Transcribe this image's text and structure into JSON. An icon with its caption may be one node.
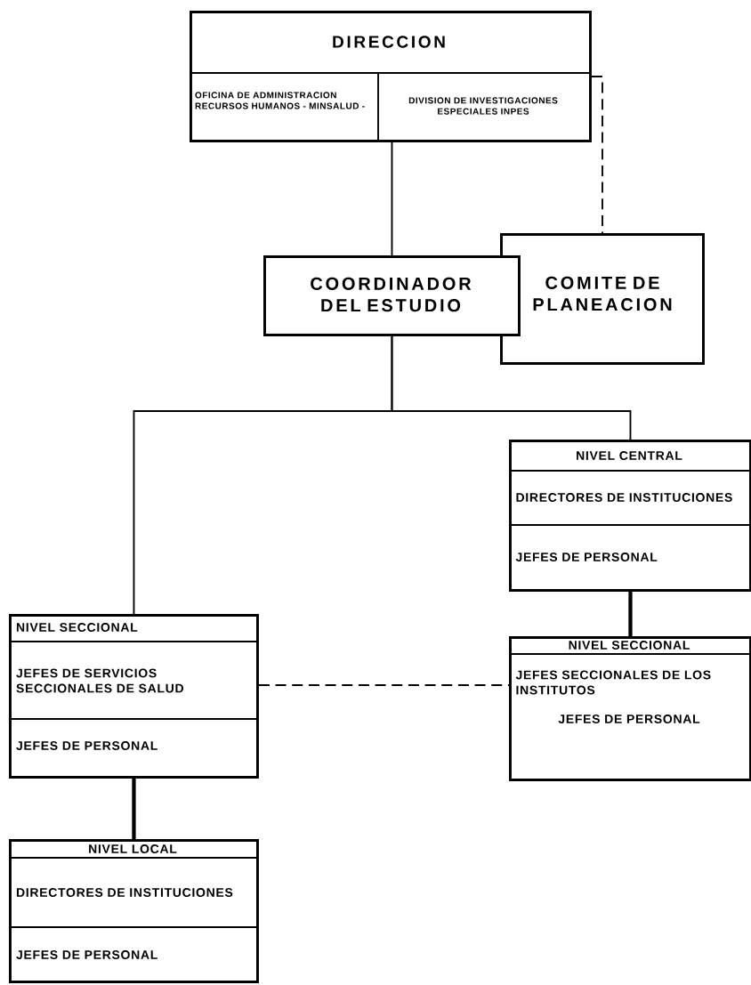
{
  "diagram": {
    "nodes": [
      {
        "text": [
          "DIRECCION",
          "OFICINA DE ADMINISTRACION RECURSOS HUMANOS - MINSALUD -",
          "DIVISION DE INVESTIGACIONES ESPECIALES INPES"
        ]
      },
      {
        "text": [
          "COORDINADOR DEL ESTUDIO"
        ]
      },
      {
        "text": [
          "COMITE DE PLANEACION"
        ]
      },
      {
        "text": [
          "NIVEL CENTRAL",
          "DIRECTORES DE INSTITUCIONES",
          "JEFES DE PERSONAL"
        ]
      },
      {
        "text": [
          "NIVEL SECCIONAL",
          "JEFES DE SERVICIOS SECCIONALES DE SALUD",
          "JEFES DE PERSONAL"
        ]
      },
      {
        "text": [
          "NIVEL SECCIONAL",
          "JEFES SECCIONALES DE LOS INSTITUTOS",
          "JEFES DE PERSONAL"
        ]
      },
      {
        "text": [
          "NIVEL LOCAL",
          "DIRECTORES DE INSTITUCIONES",
          "JEFES DE PERSONAL"
        ]
      }
    ],
    "edges": [
      {
        "from": 0,
        "to": 1,
        "arrow": "none"
      },
      {
        "from": 0,
        "to": 2,
        "arrow": "none",
        "style": "dashed"
      },
      {
        "from": 1,
        "to": 3,
        "arrow": "none"
      },
      {
        "from": 1,
        "to": 4,
        "arrow": "none"
      },
      {
        "from": 3,
        "to": 5,
        "arrow": "none",
        "style": "thick"
      },
      {
        "from": 4,
        "to": 6,
        "arrow": "none",
        "style": "thick"
      },
      {
        "from": 4,
        "to": 5,
        "arrow": "none",
        "style": "dashed"
      }
    ]
  }
}
